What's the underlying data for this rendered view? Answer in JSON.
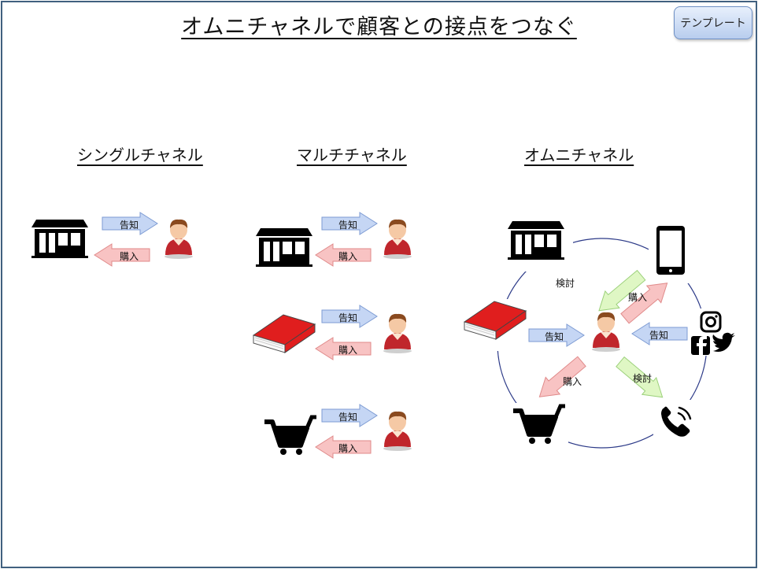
{
  "title": "オムニチャネルで顧客との接点をつなぐ",
  "template_button": "テンプレート",
  "sections": {
    "single": "シングルチャネル",
    "multi": "マルチチャネル",
    "omni": "オムニチャネル"
  },
  "labels": {
    "notify": "告知",
    "purchase": "購入",
    "consider": "検討"
  },
  "colors": {
    "frame": "#41607f",
    "notify_arrow": "#c5d6f4",
    "purchase_arrow": "#f8c3c3",
    "consider_arrow": "#dff7c4",
    "book": "#e01e1e",
    "person_shirt": "#c0262c"
  },
  "icons": [
    "store-icon",
    "book-icon",
    "cart-icon",
    "smartphone-icon",
    "instagram-icon",
    "facebook-icon",
    "twitter-icon",
    "phone-icon",
    "person-icon"
  ]
}
